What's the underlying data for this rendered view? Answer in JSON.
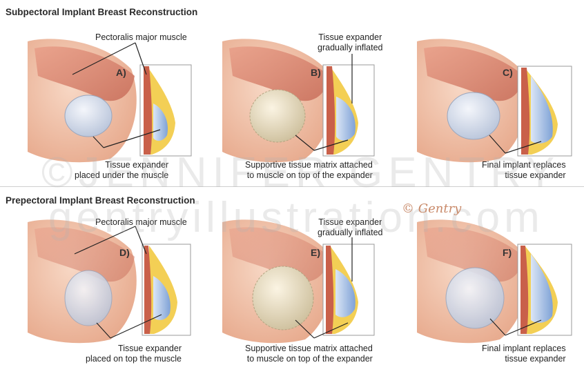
{
  "sections": {
    "subpectoral": {
      "title": "Subpectoral Implant Breast Reconstruction"
    },
    "prepectoral": {
      "title": "Prepectoral Implant Breast Reconstruction"
    }
  },
  "watermark": {
    "line1": "©JENNIFER GENTRY",
    "line2": "gentryillustration.com"
  },
  "signature": "© Gentry",
  "panels": {
    "a": {
      "letter": "A)",
      "label_top": "Pectoralis major muscle",
      "label_bottom_1": "Tissue expander",
      "label_bottom_2": "placed under the muscle"
    },
    "b": {
      "letter": "B)",
      "label_top_1": "Tissue expander",
      "label_top_2": "gradually inflated",
      "label_bottom_1": "Supportive tissue matrix attached",
      "label_bottom_2": "to muscle on top of the expander"
    },
    "c": {
      "letter": "C)",
      "label_bottom_1": "Final implant replaces",
      "label_bottom_2": "tissue expander"
    },
    "d": {
      "letter": "D)",
      "label_top": "Pectoralis major muscle",
      "label_bottom_1": "Tissue expander",
      "label_bottom_2": "placed on top the muscle"
    },
    "e": {
      "letter": "E)",
      "label_top_1": "Tissue expander",
      "label_top_2": "gradually inflated",
      "label_bottom_1": "Supportive tissue matrix attached",
      "label_bottom_2": "to muscle on top of the expander"
    },
    "f": {
      "letter": "F)",
      "label_bottom_1": "Final implant replaces",
      "label_bottom_2": "tissue expander"
    }
  },
  "colors": {
    "skin": "#f2c1a8",
    "muscle": "#d98570",
    "fat": "#f3cf55",
    "implant": "#c9d7ee",
    "expander": "#e9dfc6"
  }
}
